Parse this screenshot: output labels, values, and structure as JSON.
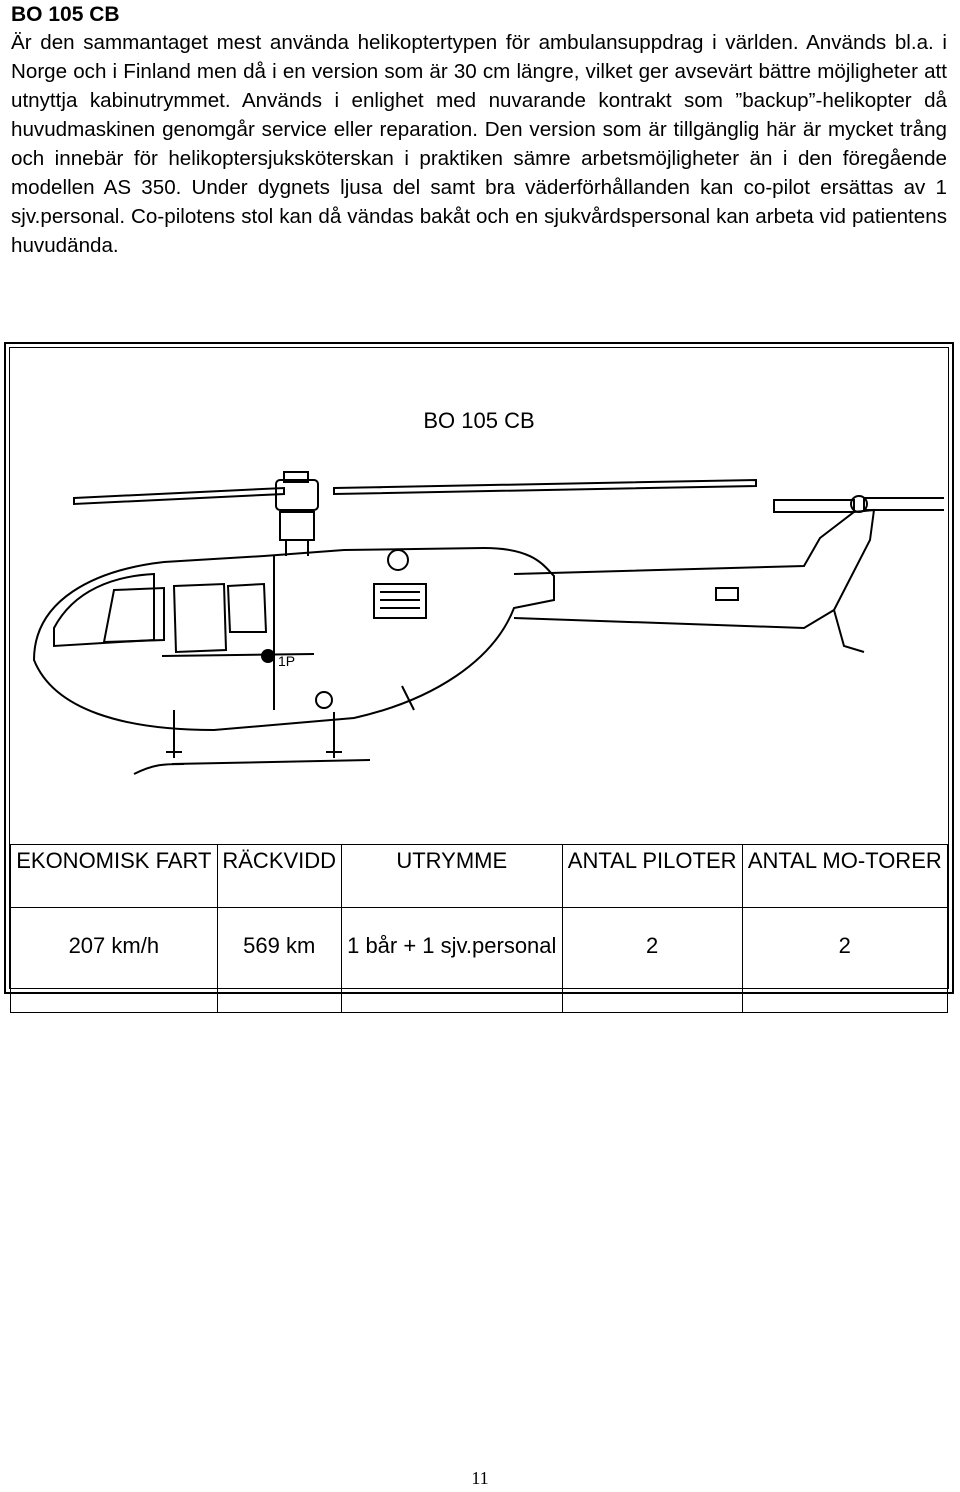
{
  "heading": "BO 105 CB",
  "paragraph": "Är den sammantaget mest använda helikoptertypen för ambulansuppdrag i världen. Används bl.a. i Norge och i Finland men då i en version som är 30 cm längre, vilket ger avsevärt bättre möjligheter att utnyttja kabinutrymmet. Används i enlighet med nuvarande kontrakt som ”backup”-helikopter då huvudmaskinen genomgår service eller reparation. Den version som är tillgänglig här är mycket trång och innebär för helikoptersjuksköterskan i praktiken sämre arbetsmöjligheter än i den föregående modellen AS 350. Under dygnets ljusa del samt bra väderförhållanden kan co-pilot ersättas av 1 sjv.personal. Co-pilotens stol kan då vändas bakåt och en sjukvårdspersonal kan arbeta vid patientens huvudända.",
  "figure": {
    "title": "BO 105 CB",
    "illustration": "helicopter-side-view",
    "fuselage_marking": "1P"
  },
  "specs_table": {
    "headers": [
      "EKONOMISK FART",
      "RÄCKVIDD",
      "UTRYMME",
      "ANTAL PILOTER",
      "ANTAL MO-TORER"
    ],
    "values": [
      "207 km/h",
      "569 km",
      "1 bår + 1 sjv.personal",
      "2",
      "2"
    ]
  },
  "page_number": "11"
}
